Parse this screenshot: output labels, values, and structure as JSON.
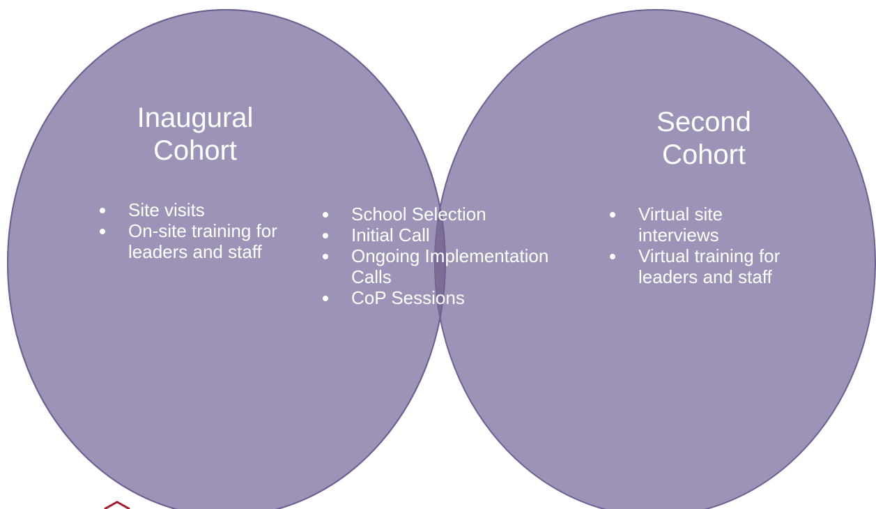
{
  "colors": {
    "circle_fill": "#9d93b6",
    "overlap_fill": "#7b6d96",
    "circle_stroke": "#6f5f93",
    "text": "#ffffff",
    "logo": "#a6192e"
  },
  "left": {
    "title_line1": "Inaugural",
    "title_line2": "Cohort",
    "items": [
      "Site visits",
      "On-site training for leaders and staff"
    ]
  },
  "center": {
    "items": [
      "School Selection",
      "Initial Call",
      "Ongoing Implementation Calls",
      "CoP Sessions"
    ]
  },
  "right": {
    "title_line1": "Second",
    "title_line2": "Cohort",
    "items": [
      "Virtual site interviews",
      "Virtual training for leaders and staff"
    ]
  },
  "logo": {
    "icon": "logo-chevron-icon"
  }
}
